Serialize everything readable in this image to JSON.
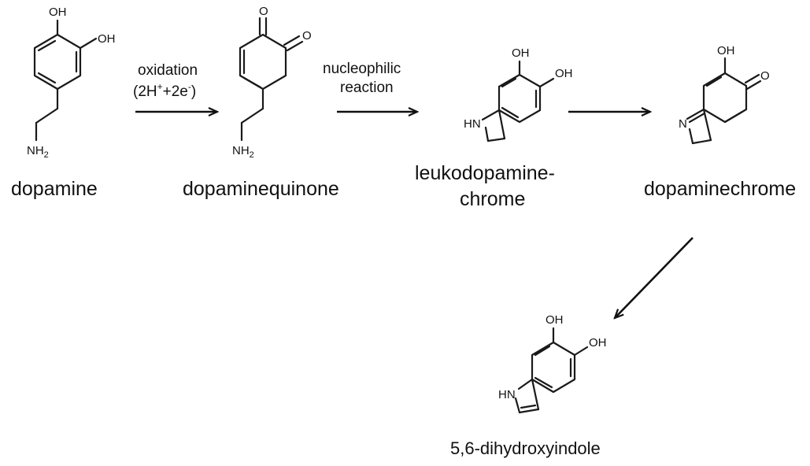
{
  "compounds": {
    "dopamine": {
      "name": "dopamine",
      "atoms": {
        "oh_top": "OH",
        "oh_side": "OH",
        "nh": "NH",
        "nh_sub": "2"
      }
    },
    "dopaminequinone": {
      "name": "dopaminequinone",
      "atoms": {
        "o_top": "O",
        "o_side": "O",
        "nh": "NH",
        "nh_sub": "2"
      }
    },
    "leukodopaminechrome": {
      "name_line1": "leukodopamine-",
      "name_line2": "chrome",
      "atoms": {
        "oh_top": "OH",
        "oh_side": "OH",
        "hn": "HN"
      }
    },
    "dopaminechrome": {
      "name": "dopaminechrome",
      "atoms": {
        "oh_top": "OH",
        "o_side": "O",
        "n": "N"
      }
    },
    "dihydroxyindole": {
      "name": "5,6-dihydroxyindole",
      "atoms": {
        "oh_top": "OH",
        "oh_side": "OH",
        "hn": "HN"
      }
    }
  },
  "steps": {
    "step1": {
      "line1": "oxidation",
      "line2_pre": "(2H",
      "line2_sup1": "+",
      "line2_mid": "+2e",
      "line2_sup2": "-",
      "line2_post": ")"
    },
    "step2": {
      "line1": "nucleophilic",
      "line2": "reaction"
    }
  }
}
